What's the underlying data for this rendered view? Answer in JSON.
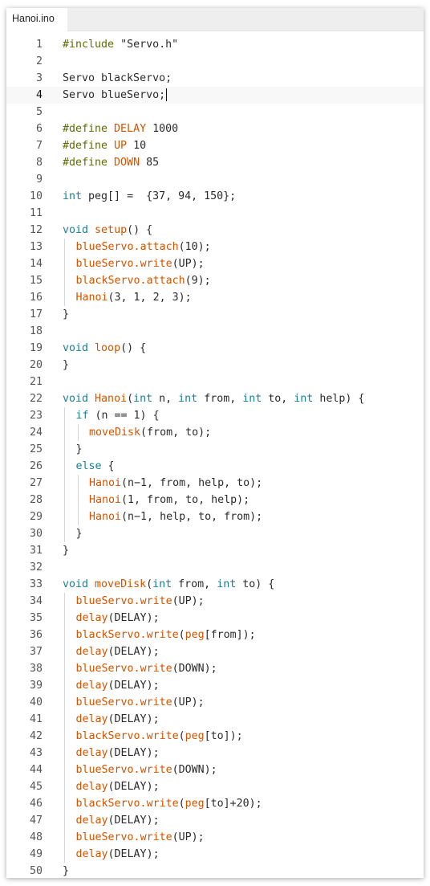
{
  "tab": {
    "label": "Hanoi.ino"
  },
  "current_line": 4,
  "colors": {
    "keyword": "#1a7f94",
    "preprocessor": "#5e6d03",
    "function": "#d35400",
    "text": "#2b2b2b"
  },
  "code_lines": [
    {
      "n": "1",
      "indent": 0,
      "tokens": [
        {
          "t": "#include ",
          "c": "pp"
        },
        {
          "t": "\"Servo.h\"",
          "c": ""
        }
      ]
    },
    {
      "n": "2",
      "indent": 0,
      "tokens": []
    },
    {
      "n": "3",
      "indent": 0,
      "tokens": [
        {
          "t": "Servo blackServo;",
          "c": ""
        }
      ]
    },
    {
      "n": "4",
      "indent": 0,
      "tokens": [
        {
          "t": "Servo blueServo;",
          "c": ""
        }
      ]
    },
    {
      "n": "5",
      "indent": 0,
      "tokens": []
    },
    {
      "n": "6",
      "indent": 0,
      "tokens": [
        {
          "t": "#define ",
          "c": "pp"
        },
        {
          "t": "DELAY",
          "c": "fn"
        },
        {
          "t": " 1000",
          "c": ""
        }
      ]
    },
    {
      "n": "7",
      "indent": 0,
      "tokens": [
        {
          "t": "#define ",
          "c": "pp"
        },
        {
          "t": "UP",
          "c": "fn"
        },
        {
          "t": " 10",
          "c": ""
        }
      ]
    },
    {
      "n": "8",
      "indent": 0,
      "tokens": [
        {
          "t": "#define ",
          "c": "pp"
        },
        {
          "t": "DOWN",
          "c": "fn"
        },
        {
          "t": " 85",
          "c": ""
        }
      ]
    },
    {
      "n": "9",
      "indent": 0,
      "tokens": []
    },
    {
      "n": "10",
      "indent": 0,
      "tokens": [
        {
          "t": "int",
          "c": "kw"
        },
        {
          "t": " peg[] =  {37, 94, 150};",
          "c": ""
        }
      ]
    },
    {
      "n": "11",
      "indent": 0,
      "tokens": []
    },
    {
      "n": "12",
      "indent": 0,
      "tokens": [
        {
          "t": "void",
          "c": "kw"
        },
        {
          "t": " ",
          "c": ""
        },
        {
          "t": "setup",
          "c": "fn"
        },
        {
          "t": "() {",
          "c": ""
        }
      ]
    },
    {
      "n": "13",
      "indent": 1,
      "tokens": [
        {
          "t": "blueServo.",
          "c": "fn"
        },
        {
          "t": "attach",
          "c": "fn"
        },
        {
          "t": "(10);",
          "c": ""
        }
      ]
    },
    {
      "n": "14",
      "indent": 1,
      "tokens": [
        {
          "t": "blueServo.",
          "c": "fn"
        },
        {
          "t": "write",
          "c": "fn"
        },
        {
          "t": "(UP);",
          "c": ""
        }
      ]
    },
    {
      "n": "15",
      "indent": 1,
      "tokens": [
        {
          "t": "blackServo.",
          "c": "fn"
        },
        {
          "t": "attach",
          "c": "fn"
        },
        {
          "t": "(9);",
          "c": ""
        }
      ]
    },
    {
      "n": "16",
      "indent": 1,
      "tokens": [
        {
          "t": "Hanoi",
          "c": "fn"
        },
        {
          "t": "(3, 1, 2, 3);",
          "c": ""
        }
      ]
    },
    {
      "n": "17",
      "indent": 0,
      "tokens": [
        {
          "t": "}",
          "c": ""
        }
      ]
    },
    {
      "n": "18",
      "indent": 0,
      "tokens": []
    },
    {
      "n": "19",
      "indent": 0,
      "tokens": [
        {
          "t": "void",
          "c": "kw"
        },
        {
          "t": " ",
          "c": ""
        },
        {
          "t": "loop",
          "c": "fn"
        },
        {
          "t": "() {",
          "c": ""
        }
      ]
    },
    {
      "n": "20",
      "indent": 0,
      "tokens": [
        {
          "t": "}",
          "c": ""
        }
      ]
    },
    {
      "n": "21",
      "indent": 0,
      "tokens": []
    },
    {
      "n": "22",
      "indent": 0,
      "tokens": [
        {
          "t": "void",
          "c": "kw"
        },
        {
          "t": " ",
          "c": ""
        },
        {
          "t": "Hanoi",
          "c": "fn"
        },
        {
          "t": "(",
          "c": ""
        },
        {
          "t": "int",
          "c": "kw"
        },
        {
          "t": " n, ",
          "c": ""
        },
        {
          "t": "int",
          "c": "kw"
        },
        {
          "t": " from, ",
          "c": ""
        },
        {
          "t": "int",
          "c": "kw"
        },
        {
          "t": " to, ",
          "c": ""
        },
        {
          "t": "int",
          "c": "kw"
        },
        {
          "t": " help) {",
          "c": ""
        }
      ]
    },
    {
      "n": "23",
      "indent": 1,
      "tokens": [
        {
          "t": "if",
          "c": "kw"
        },
        {
          "t": " (n == 1) {",
          "c": ""
        }
      ]
    },
    {
      "n": "24",
      "indent": 2,
      "tokens": [
        {
          "t": "moveDisk",
          "c": "fn"
        },
        {
          "t": "(from, to);",
          "c": ""
        }
      ]
    },
    {
      "n": "25",
      "indent": 1,
      "tokens": [
        {
          "t": "}",
          "c": ""
        }
      ]
    },
    {
      "n": "26",
      "indent": 1,
      "tokens": [
        {
          "t": "else",
          "c": "kw"
        },
        {
          "t": " {",
          "c": ""
        }
      ]
    },
    {
      "n": "27",
      "indent": 2,
      "tokens": [
        {
          "t": "Hanoi",
          "c": "fn"
        },
        {
          "t": "(n−1, from, help, to);",
          "c": ""
        }
      ]
    },
    {
      "n": "28",
      "indent": 2,
      "tokens": [
        {
          "t": "Hanoi",
          "c": "fn"
        },
        {
          "t": "(1, from, to, help);",
          "c": ""
        }
      ]
    },
    {
      "n": "29",
      "indent": 2,
      "tokens": [
        {
          "t": "Hanoi",
          "c": "fn"
        },
        {
          "t": "(n−1, help, to, from);",
          "c": ""
        }
      ]
    },
    {
      "n": "30",
      "indent": 1,
      "tokens": [
        {
          "t": "}",
          "c": ""
        }
      ]
    },
    {
      "n": "31",
      "indent": 0,
      "tokens": [
        {
          "t": "}",
          "c": ""
        }
      ]
    },
    {
      "n": "32",
      "indent": 0,
      "tokens": []
    },
    {
      "n": "33",
      "indent": 0,
      "tokens": [
        {
          "t": "void",
          "c": "kw"
        },
        {
          "t": " ",
          "c": ""
        },
        {
          "t": "moveDisk",
          "c": "fn"
        },
        {
          "t": "(",
          "c": ""
        },
        {
          "t": "int",
          "c": "kw"
        },
        {
          "t": " from, ",
          "c": ""
        },
        {
          "t": "int",
          "c": "kw"
        },
        {
          "t": " to) {",
          "c": ""
        }
      ]
    },
    {
      "n": "34",
      "indent": 1,
      "tokens": [
        {
          "t": "blueServo.",
          "c": "fn"
        },
        {
          "t": "write",
          "c": "fn"
        },
        {
          "t": "(UP);",
          "c": ""
        }
      ]
    },
    {
      "n": "35",
      "indent": 1,
      "tokens": [
        {
          "t": "delay",
          "c": "fn"
        },
        {
          "t": "(DELAY);",
          "c": ""
        }
      ]
    },
    {
      "n": "36",
      "indent": 1,
      "tokens": [
        {
          "t": "blackServo.",
          "c": "fn"
        },
        {
          "t": "write",
          "c": "fn"
        },
        {
          "t": "(",
          "c": ""
        },
        {
          "t": "peg",
          "c": "fn"
        },
        {
          "t": "[from]);",
          "c": ""
        }
      ]
    },
    {
      "n": "37",
      "indent": 1,
      "tokens": [
        {
          "t": "delay",
          "c": "fn"
        },
        {
          "t": "(DELAY);",
          "c": ""
        }
      ]
    },
    {
      "n": "38",
      "indent": 1,
      "tokens": [
        {
          "t": "blueServo.",
          "c": "fn"
        },
        {
          "t": "write",
          "c": "fn"
        },
        {
          "t": "(DOWN);",
          "c": ""
        }
      ]
    },
    {
      "n": "39",
      "indent": 1,
      "tokens": [
        {
          "t": "delay",
          "c": "fn"
        },
        {
          "t": "(DELAY);",
          "c": ""
        }
      ]
    },
    {
      "n": "40",
      "indent": 1,
      "tokens": [
        {
          "t": "blueServo.",
          "c": "fn"
        },
        {
          "t": "write",
          "c": "fn"
        },
        {
          "t": "(UP);",
          "c": ""
        }
      ]
    },
    {
      "n": "41",
      "indent": 1,
      "tokens": [
        {
          "t": "delay",
          "c": "fn"
        },
        {
          "t": "(DELAY);",
          "c": ""
        }
      ]
    },
    {
      "n": "42",
      "indent": 1,
      "tokens": [
        {
          "t": "blackServo.",
          "c": "fn"
        },
        {
          "t": "write",
          "c": "fn"
        },
        {
          "t": "(",
          "c": ""
        },
        {
          "t": "peg",
          "c": "fn"
        },
        {
          "t": "[to]);",
          "c": ""
        }
      ]
    },
    {
      "n": "43",
      "indent": 1,
      "tokens": [
        {
          "t": "delay",
          "c": "fn"
        },
        {
          "t": "(DELAY);",
          "c": ""
        }
      ]
    },
    {
      "n": "44",
      "indent": 1,
      "tokens": [
        {
          "t": "blueServo.",
          "c": "fn"
        },
        {
          "t": "write",
          "c": "fn"
        },
        {
          "t": "(DOWN);",
          "c": ""
        }
      ]
    },
    {
      "n": "45",
      "indent": 1,
      "tokens": [
        {
          "t": "delay",
          "c": "fn"
        },
        {
          "t": "(DELAY);",
          "c": ""
        }
      ]
    },
    {
      "n": "46",
      "indent": 1,
      "tokens": [
        {
          "t": "blackServo.",
          "c": "fn"
        },
        {
          "t": "write",
          "c": "fn"
        },
        {
          "t": "(",
          "c": ""
        },
        {
          "t": "peg",
          "c": "fn"
        },
        {
          "t": "[to]+20);",
          "c": ""
        }
      ]
    },
    {
      "n": "47",
      "indent": 1,
      "tokens": [
        {
          "t": "delay",
          "c": "fn"
        },
        {
          "t": "(DELAY);",
          "c": ""
        }
      ]
    },
    {
      "n": "48",
      "indent": 1,
      "tokens": [
        {
          "t": "blueServo.",
          "c": "fn"
        },
        {
          "t": "write",
          "c": "fn"
        },
        {
          "t": "(UP);",
          "c": ""
        }
      ]
    },
    {
      "n": "49",
      "indent": 1,
      "tokens": [
        {
          "t": "delay",
          "c": "fn"
        },
        {
          "t": "(DELAY);",
          "c": ""
        }
      ]
    },
    {
      "n": "50",
      "indent": 0,
      "tokens": [
        {
          "t": "}",
          "c": ""
        }
      ]
    }
  ]
}
